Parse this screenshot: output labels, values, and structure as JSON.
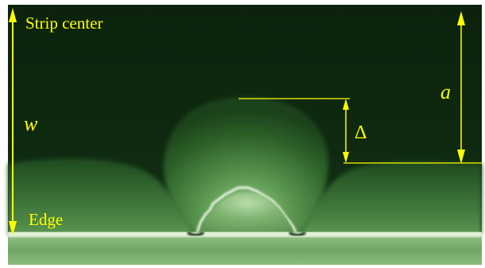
{
  "diagram": {
    "labels": {
      "strip_center": "Strip center",
      "edge": "Edge",
      "w": "w",
      "a": "a",
      "delta": "Δ"
    },
    "colors": {
      "background_dark": "#0d260d",
      "field_green": "#2e6b2e",
      "highlight": "#e8f3e0",
      "annotation": "#ffff00",
      "frame": "#ffffff"
    }
  }
}
